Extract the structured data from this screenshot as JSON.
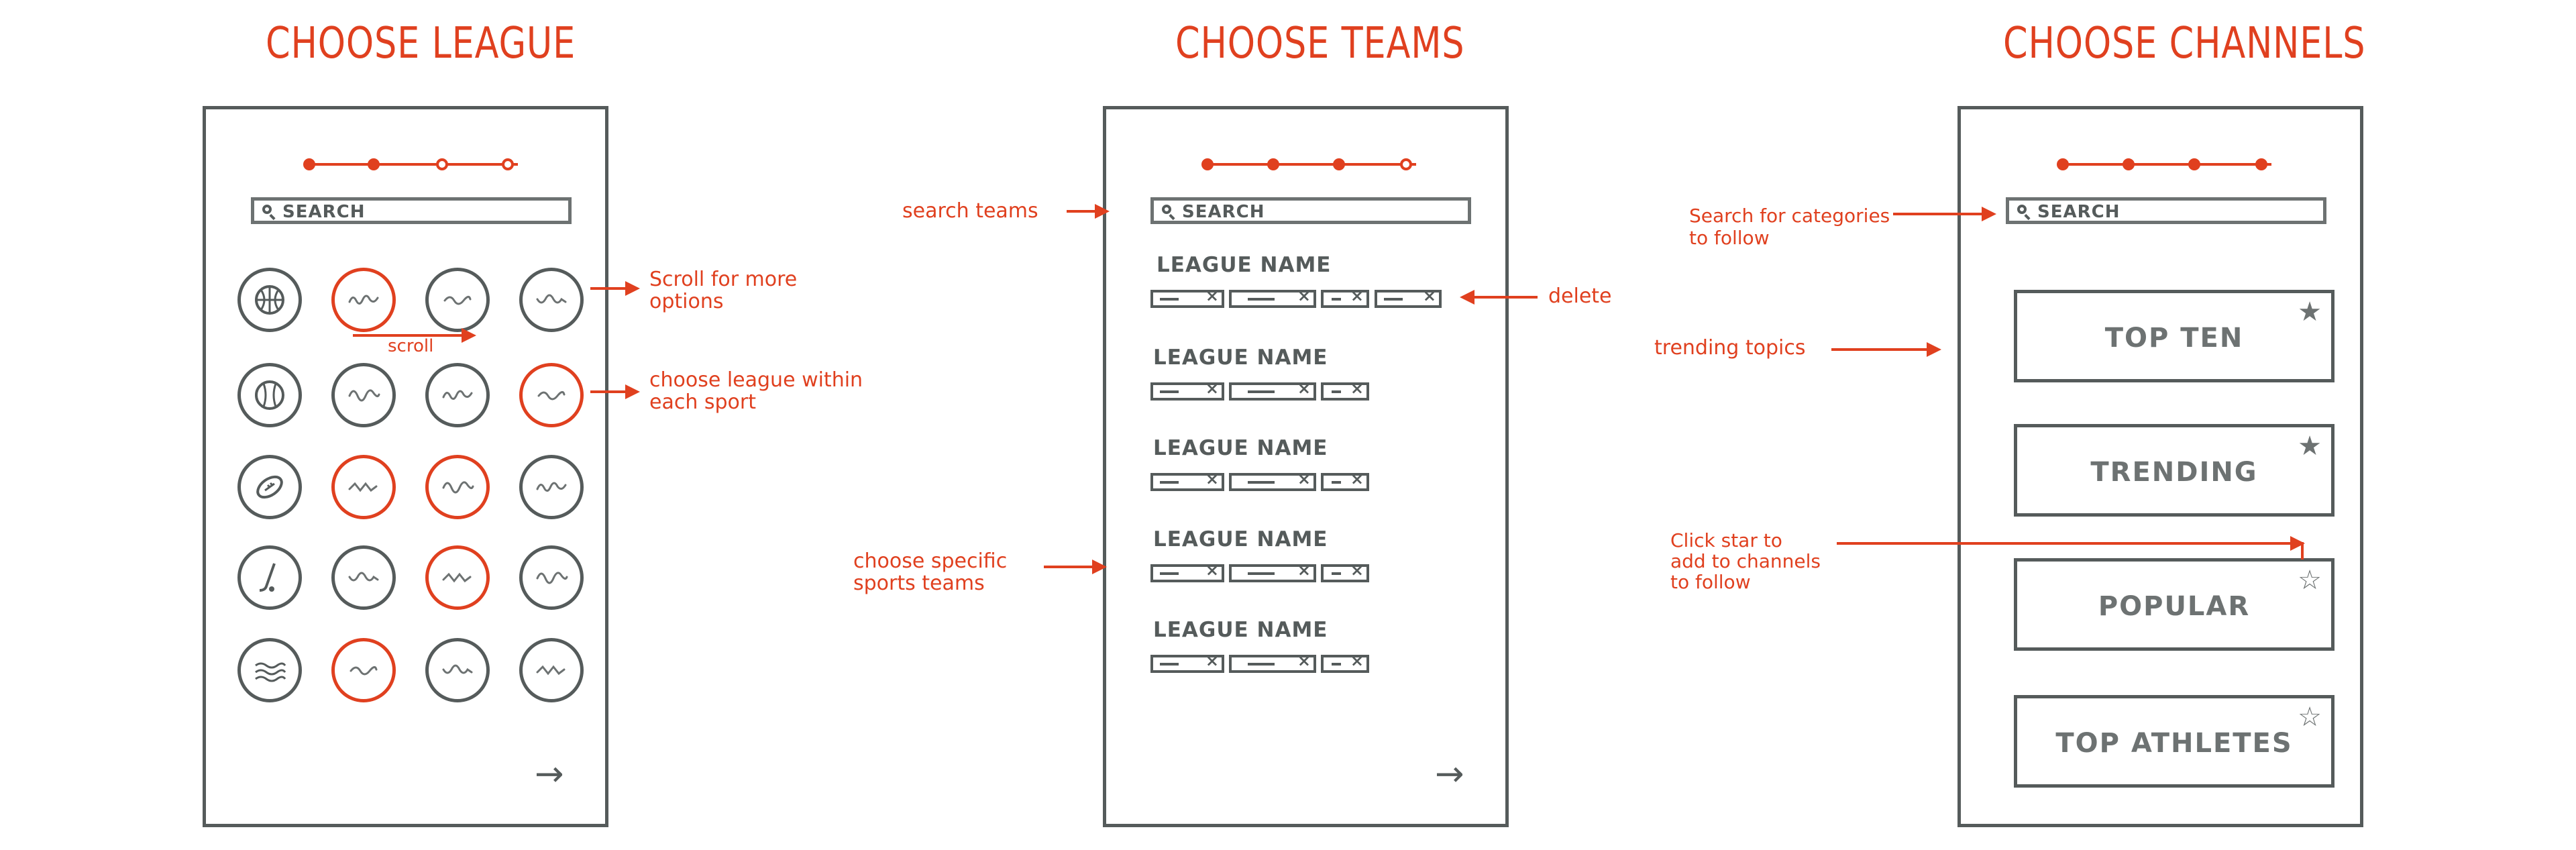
{
  "screens": [
    {
      "title": "CHOOSE  LEAGUE",
      "search_placeholder": "SEARCH",
      "progress": [
        1,
        1,
        0,
        0
      ]
    },
    {
      "title": "CHOOSE TEAMS",
      "search_placeholder": "SEARCH",
      "progress": [
        1,
        1,
        1,
        0
      ]
    },
    {
      "title": "CHOOSE CHANNELS",
      "search_placeholder": "SEARCH",
      "progress": [
        1,
        1,
        1,
        1
      ]
    }
  ],
  "league_grid": {
    "rows": [
      [
        "basketball-icon",
        "league-selected",
        "league",
        "league"
      ],
      [
        "baseball-icon",
        "league",
        "league",
        "league-selected"
      ],
      [
        "football-icon",
        "league-selected",
        "league-selected",
        "league"
      ],
      [
        "hockey-icon",
        "league",
        "league-selected",
        "league"
      ],
      [
        "generic-sport-icon",
        "league-selected",
        "league",
        "league"
      ]
    ],
    "next_symbol": "→"
  },
  "teams": {
    "leagues": [
      {
        "name": "LEAGUE NAME",
        "chips": 4
      },
      {
        "name": "LEAGUE NAME",
        "chips": 3
      },
      {
        "name": "LEAGUE NAME",
        "chips": 3
      },
      {
        "name": "LEAGUE NAME",
        "chips": 3
      },
      {
        "name": "LEAGUE NAME",
        "chips": 3
      }
    ],
    "next_symbol": "→"
  },
  "channels": {
    "items": [
      {
        "label": "TOP TEN",
        "star": "★"
      },
      {
        "label": "TRENDING",
        "star": "★"
      },
      {
        "label": "POPULAR",
        "star": "☆"
      },
      {
        "label": "TOP ATHLETES",
        "star": "☆"
      }
    ]
  },
  "annotations": {
    "scroll_more": "Scroll for more\noptions",
    "scroll": "scroll",
    "choose_league": "choose league within\neach sport",
    "search_teams": "search teams",
    "delete": "delete",
    "choose_teams": "choose specific\nsports teams",
    "search_categories": "Search for categories\nto follow",
    "trending_topics": "trending topics",
    "click_star": "Click star to\nadd to channels\nto follow"
  },
  "colors": {
    "accent": "#e0401f",
    "ink": "#555b5b"
  }
}
